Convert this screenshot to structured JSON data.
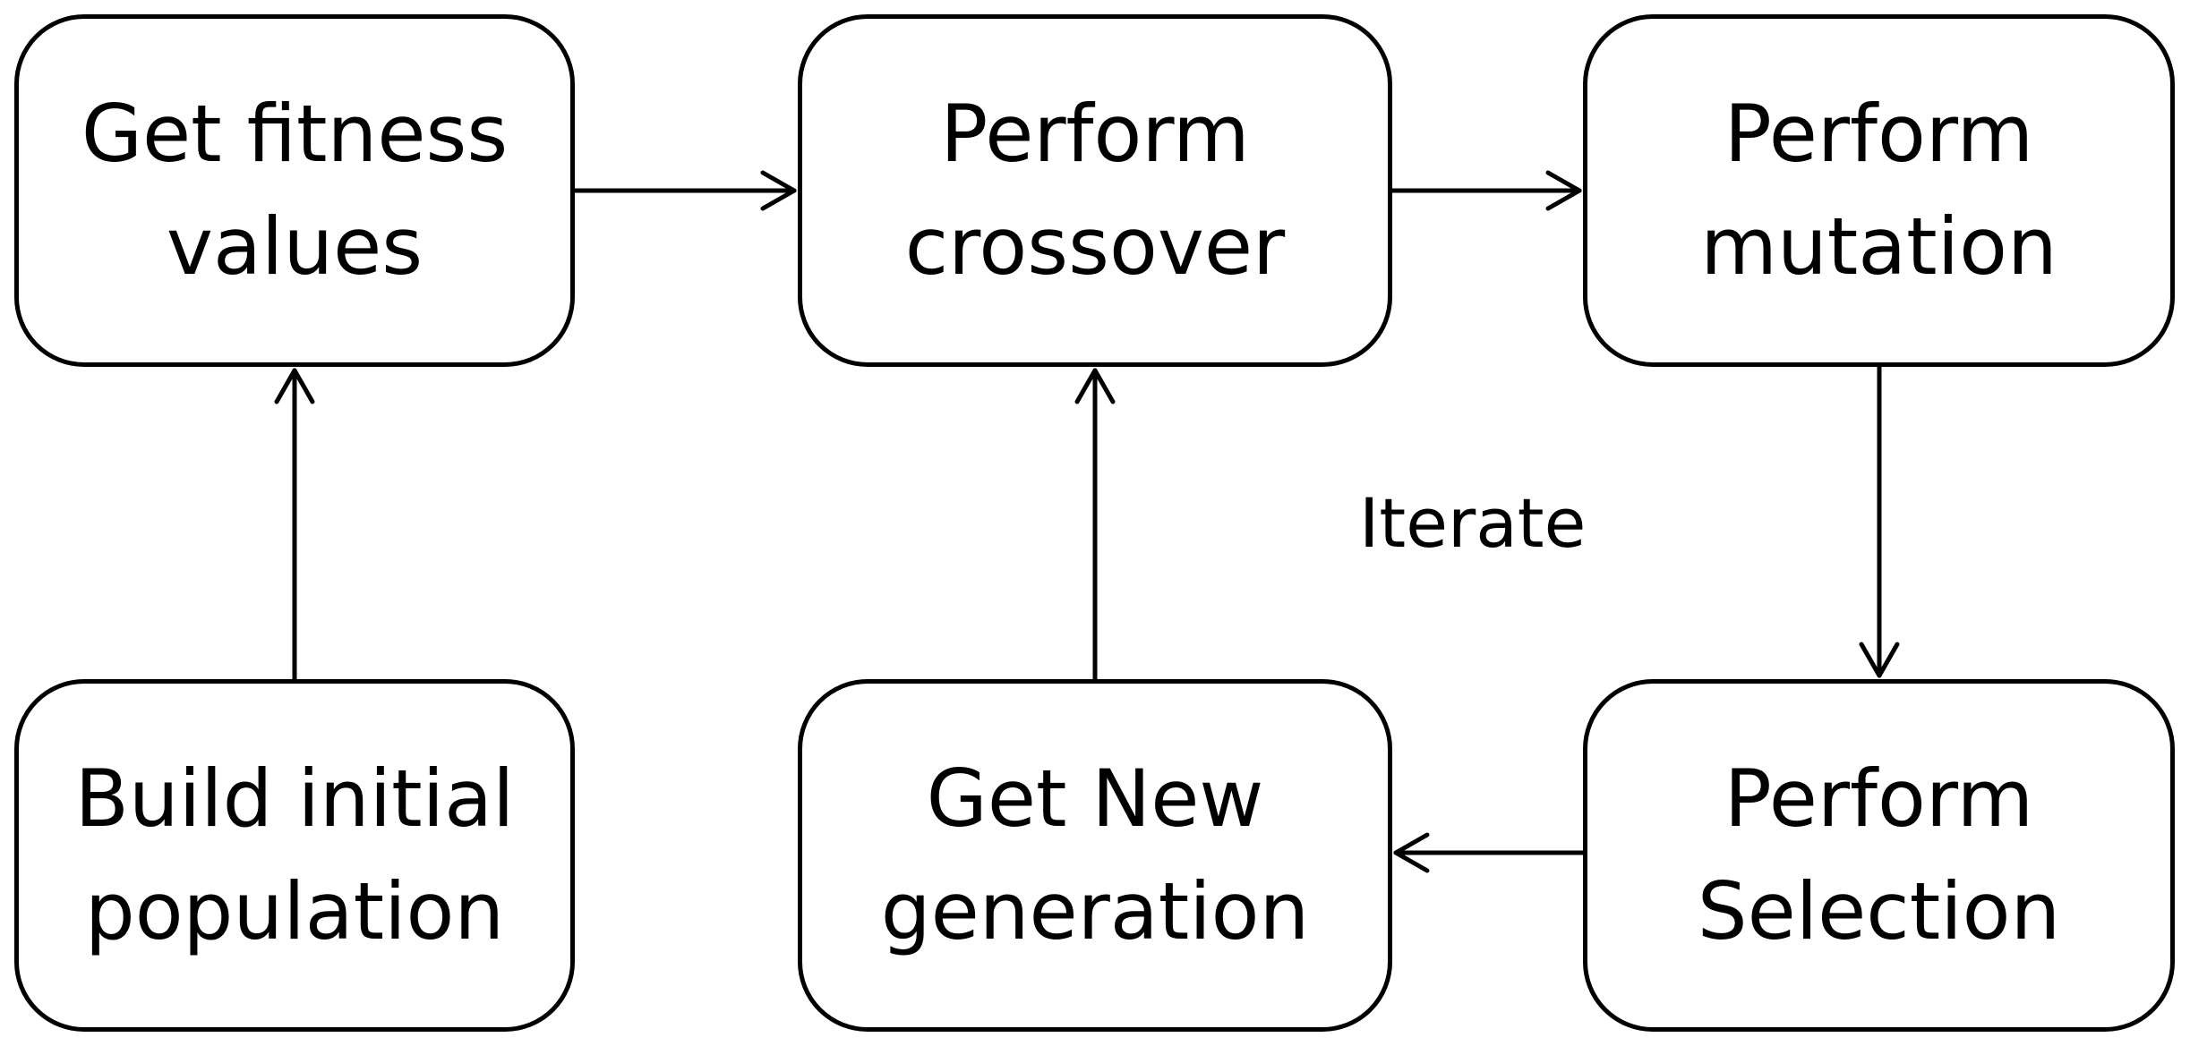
{
  "diagram": {
    "nodes": [
      {
        "id": "n1",
        "label": "Get fitness\nvalues"
      },
      {
        "id": "n2",
        "label": "Perform\ncrossover"
      },
      {
        "id": "n3",
        "label": "Perform\nmutation"
      },
      {
        "id": "n4",
        "label": "Build initial\npopulation"
      },
      {
        "id": "n5",
        "label": "Get New\ngeneration"
      },
      {
        "id": "n6",
        "label": "Perform\nSelection"
      }
    ],
    "edges": [
      {
        "from": "n4",
        "to": "n1"
      },
      {
        "from": "n1",
        "to": "n2"
      },
      {
        "from": "n2",
        "to": "n3"
      },
      {
        "from": "n3",
        "to": "n6"
      },
      {
        "from": "n6",
        "to": "n5"
      },
      {
        "from": "n5",
        "to": "n2"
      }
    ],
    "cycle_label": "Iterate"
  },
  "colors": {
    "stroke": "#000000",
    "fill": "#ffffff",
    "text": "#000000"
  }
}
